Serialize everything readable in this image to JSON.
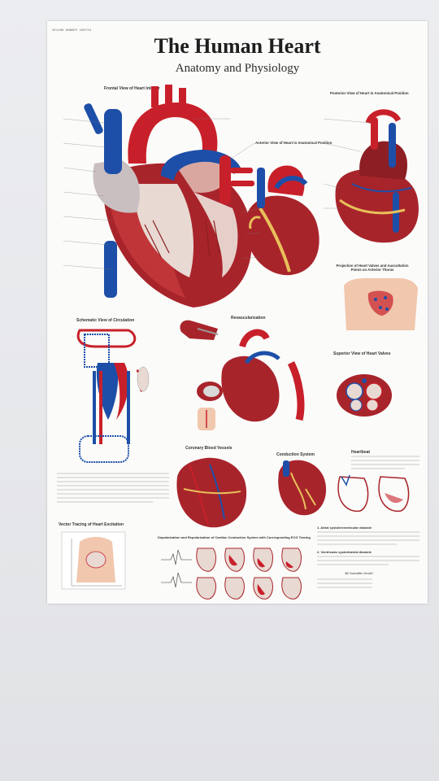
{
  "poster": {
    "code": "VE1106 ANNAPV 100724",
    "title": "The Human Heart",
    "subtitle": "Anatomy and Physiology",
    "sections": {
      "frontal": "Frontal View of Heart Interior",
      "posterior": "Posterior View of Heart in Anatomical Position",
      "anterior": "Anterior View of Heart in Anatomical Position",
      "projection": "Projection of Heart Valves and Auscultation Points on Anterior Thorax",
      "schematic": "Schematic View of Circulation",
      "revascularization": "Revascularization",
      "superior": "Superior View of Heart Valves",
      "coronary": "Coronary Blood Vessels",
      "conduction": "Conduction System",
      "heartbeat": "Heartbeat",
      "vector": "Vector Tracing of Heart Excitation",
      "ecg": "Depolarization and Repolarization of Cardiac Conduction System with Corresponding ECG Tracing"
    },
    "phases": {
      "phase1": "1. Atrial systole/ventricular diastole",
      "phase2": "2. Ventricular systole/atrial diastole"
    },
    "publisher": "3B Scientific GmbH"
  },
  "colors": {
    "artery": "#c8202a",
    "vein": "#1d4fa8",
    "muscle": "#a8242b",
    "fat": "#e8c05a",
    "paper": "#fbfbf9",
    "wall": "#e6e7ea"
  }
}
